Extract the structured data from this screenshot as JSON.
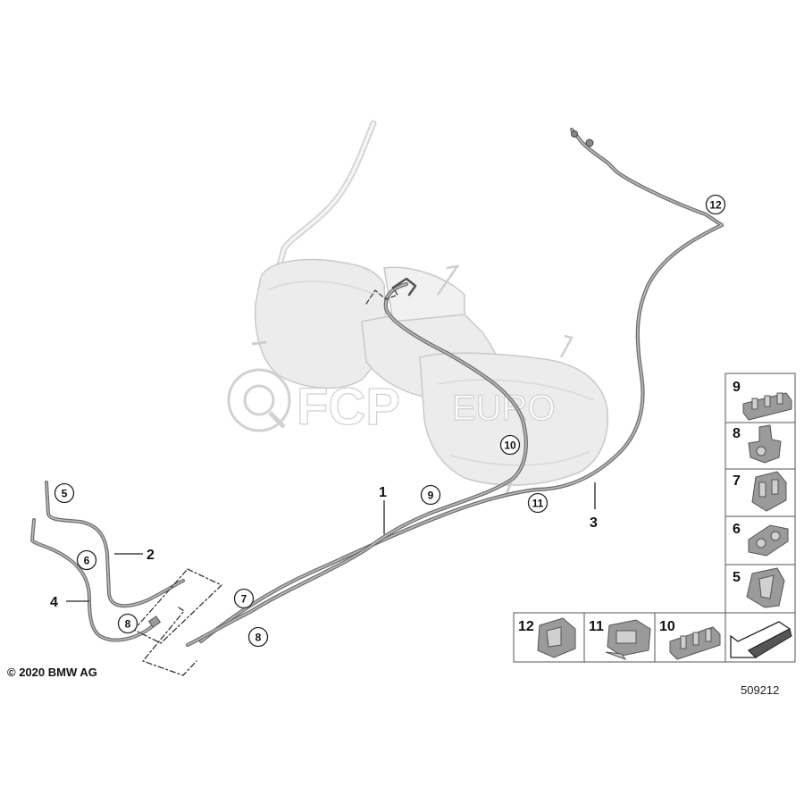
{
  "diagram": {
    "copyright": "© 2020 BMW AG",
    "diagram_number": "509212",
    "watermark": {
      "brand_bold": "FCP",
      "brand_light": "EURO"
    },
    "leader_labels": [
      {
        "id": "1",
        "text": "1"
      },
      {
        "id": "2",
        "text": "2"
      },
      {
        "id": "3",
        "text": "3"
      },
      {
        "id": "4",
        "text": "4"
      }
    ],
    "circled_callouts": [
      {
        "id": "c5",
        "text": "5"
      },
      {
        "id": "c6",
        "text": "6"
      },
      {
        "id": "c7",
        "text": "7"
      },
      {
        "id": "c8a",
        "text": "8"
      },
      {
        "id": "c8b",
        "text": "8"
      },
      {
        "id": "c9",
        "text": "9"
      },
      {
        "id": "c10",
        "text": "10"
      },
      {
        "id": "c11",
        "text": "11"
      },
      {
        "id": "c12",
        "text": "12"
      }
    ],
    "parts_boxes": [
      {
        "id": "box9",
        "number": "9"
      },
      {
        "id": "box8",
        "number": "8"
      },
      {
        "id": "box7",
        "number": "7"
      },
      {
        "id": "box6",
        "number": "6"
      },
      {
        "id": "box5",
        "number": "5"
      },
      {
        "id": "box12",
        "number": "12"
      },
      {
        "id": "box11",
        "number": "11"
      },
      {
        "id": "box10",
        "number": "10"
      }
    ]
  }
}
